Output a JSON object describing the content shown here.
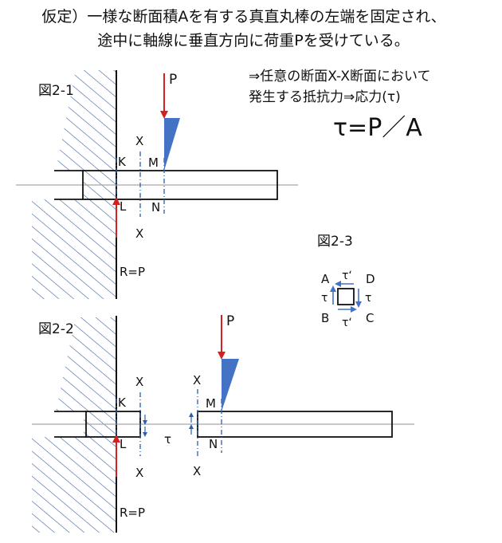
{
  "header": {
    "line1": "仮定）一様な断面積Aを有する真直丸棒の左端を固定され、",
    "line2": "途中に軸線に垂直方向に荷重Pを受けている。"
  },
  "notes": {
    "line1": "⇒任意の断面X-X断面において",
    "line2": "発生する抵抗力⇒応力(τ)",
    "formula": "τ=P／A"
  },
  "fig1": {
    "title": "図2-1",
    "load": "P",
    "label_k": "K",
    "label_m": "M",
    "label_l": "L",
    "label_n": "N",
    "section_top": "X",
    "section_bottom": "X",
    "reaction": "R=P"
  },
  "fig2": {
    "title": "図2-2",
    "load": "P",
    "label_k": "K",
    "label_m": "M",
    "label_l": "L",
    "label_n": "N",
    "section_top_left": "X",
    "section_top_right": "X",
    "section_bottom_left": "X",
    "section_bottom_right": "X",
    "tau": "τ",
    "reaction": "R=P"
  },
  "fig3": {
    "title": "図2-3",
    "corner_a": "A",
    "corner_b": "B",
    "corner_c": "C",
    "corner_d": "D",
    "tau_prime_top": "τ‘",
    "tau_prime_bottom": "τ‘",
    "tau_left": "τ",
    "tau_right": "τ"
  },
  "colors": {
    "line": "#111111",
    "load_arrow": "#d42020",
    "triangle": "#4472c4",
    "dash": "#2e5fa8",
    "axis": "#a7a7a7"
  }
}
